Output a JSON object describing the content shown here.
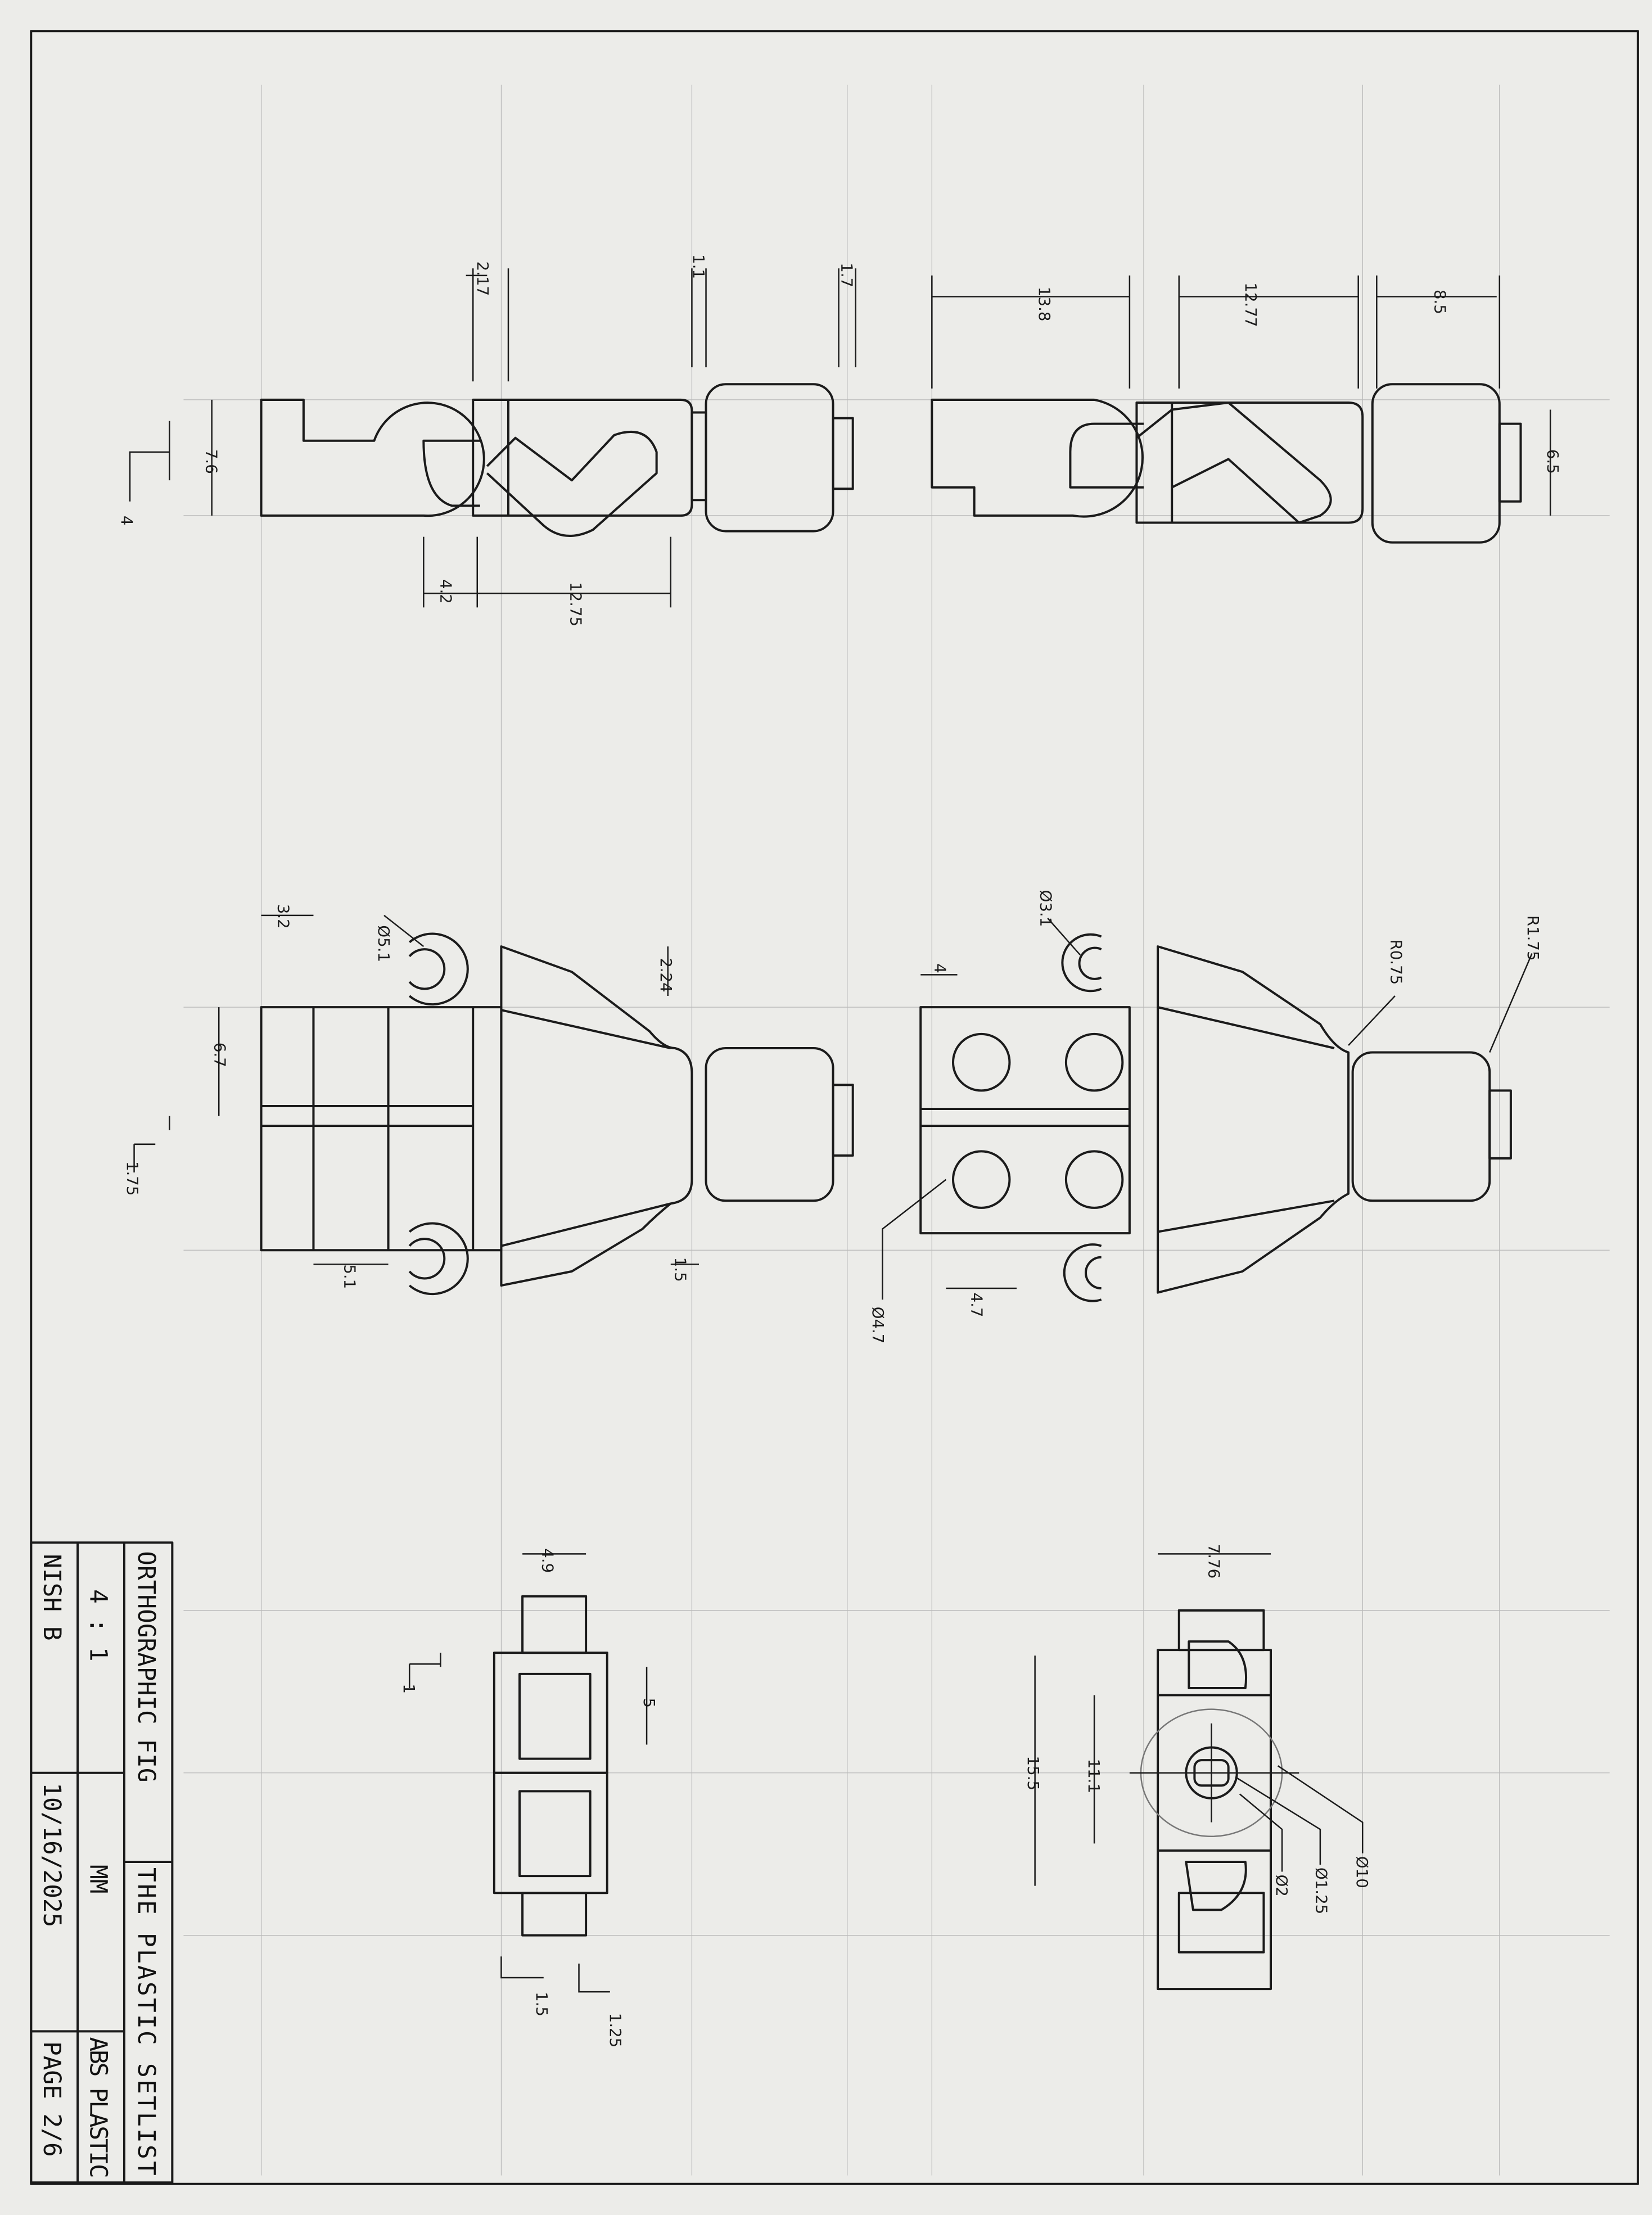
{
  "title_block": {
    "title": "ORTHOGRAPHIC FIG",
    "project": "THE PLASTIC SETLIST",
    "scale": "4 : 1",
    "units": "MM",
    "material": "ABS PLASTIC",
    "author": "NISH B",
    "date": "10/16/2025",
    "page": "PAGE 2/6"
  },
  "colors": {
    "paper": "#ecece9",
    "ink": "#1b1b1b",
    "construction": "#b8b8b8"
  },
  "views": {
    "side_view_left": {
      "dims": [
        "7.6",
        "4",
        "2.17",
        "1.1",
        "1.7",
        "4.2",
        "12.75"
      ]
    },
    "side_view_right": {
      "dims": [
        "13.8",
        "12.77",
        "8.5",
        "6.5"
      ]
    },
    "front_view": {
      "dims": [
        "3.2",
        "Ø5.1",
        "6.7",
        "1.75",
        "2.24",
        "5.1",
        "1.5"
      ]
    },
    "back_view": {
      "dims": [
        "Ø3.1",
        "4",
        "R0.75",
        "R1.75",
        "Ø4.7",
        "4.7"
      ]
    },
    "bottom_view_left": {
      "dims": [
        "4.9",
        "5",
        "1",
        "1.5",
        "1.25"
      ]
    },
    "bottom_view_right": {
      "dims": [
        "7.76",
        "15.5",
        "11.1",
        "Ø10",
        "Ø1.25",
        "Ø2"
      ]
    }
  }
}
